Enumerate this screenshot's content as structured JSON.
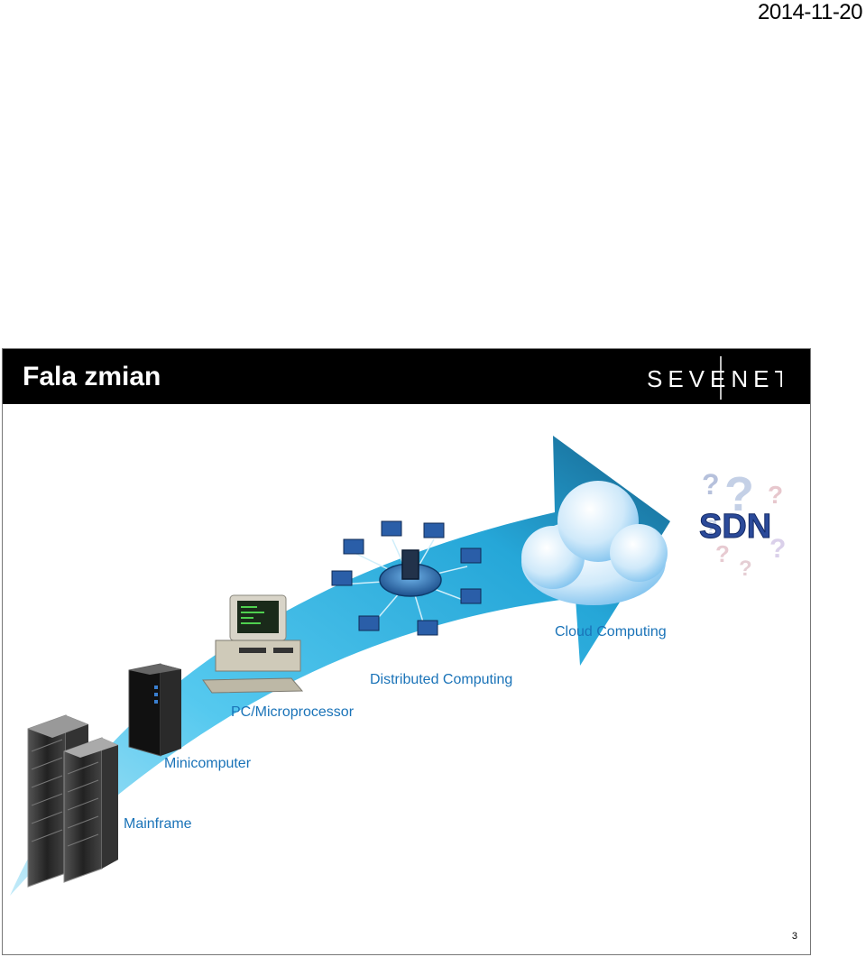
{
  "header": {
    "date": "2014-11-20"
  },
  "slide": {
    "title": "Fala zmian",
    "logo_text": "SEVENET",
    "stages": [
      {
        "label": "Mainframe"
      },
      {
        "label": "Minicomputer"
      },
      {
        "label": "PC/Microprocessor"
      },
      {
        "label": "Distributed Computing"
      },
      {
        "label": "Cloud Computing"
      }
    ],
    "badge": "SDN",
    "page_number": "3",
    "colors": {
      "label": "#1a73b8",
      "arrow": "#3fc0ec",
      "titlebar": "#000000"
    }
  }
}
